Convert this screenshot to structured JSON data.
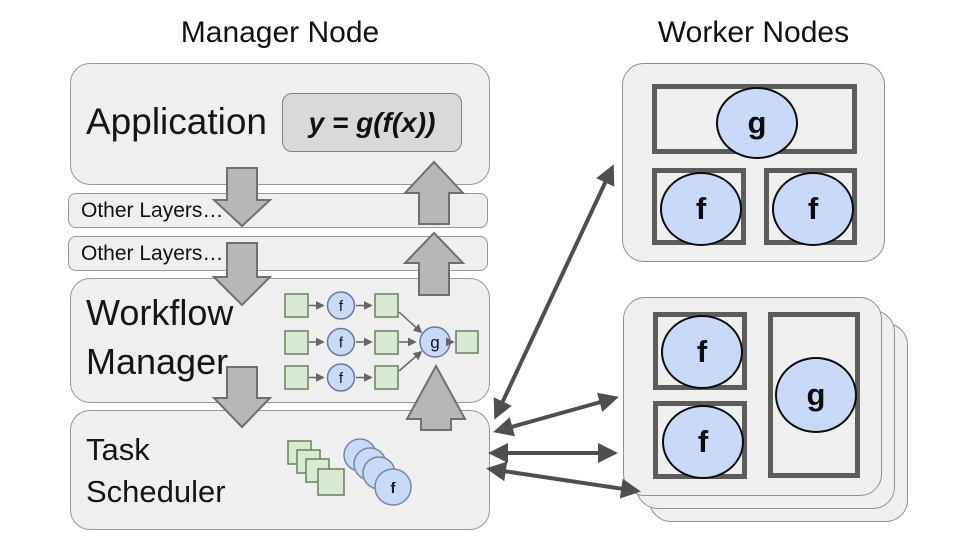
{
  "titles": {
    "manager": "Manager Node",
    "workers": "Worker Nodes"
  },
  "manager_node": {
    "application": {
      "label": "Application",
      "formula": "y = g(f(x))"
    },
    "other_layers": {
      "layer1": "Other Layers…",
      "layer2": "Other Layers…"
    },
    "workflow_manager": {
      "line1": "Workflow",
      "line2": "Manager"
    },
    "task_scheduler": {
      "line1": "Task",
      "line2": "Scheduler"
    },
    "dag": {
      "f": "f",
      "g": "g"
    },
    "queue": {
      "front_task": "f"
    }
  },
  "worker_nodes": {
    "node1": {
      "g": "g",
      "f1": "f",
      "f2": "f"
    },
    "node2": {
      "f1": "f",
      "f2": "f",
      "g": "g"
    }
  },
  "colors": {
    "box_fill": "#efefef",
    "box_border": "#979797",
    "formula_fill": "#d9d9d9",
    "block_arrow_fill": "#b7b7b7",
    "block_arrow_border": "#6f6f6f",
    "link_arrow": "#4f4f4f",
    "data_square_fill": "#d9ead3",
    "data_square_border": "#6a7f5f",
    "task_circle_fill": "#c9daf8",
    "task_circle_border_small": "#6b7896",
    "task_circle_border_large": "#0b0b0b",
    "slot_border": "#5c5c5c"
  }
}
